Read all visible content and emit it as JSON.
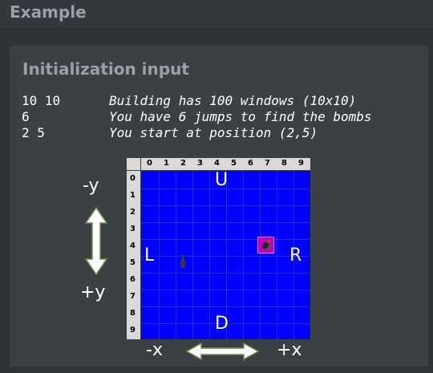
{
  "header": {
    "title": "Example"
  },
  "panel": {
    "title": "Initialization input",
    "rows": [
      {
        "value": "10 10",
        "description": "Building has 100 windows (10x10)"
      },
      {
        "value": "6",
        "description": "You have 6 jumps to find the bombs"
      },
      {
        "value": "2 5",
        "description": "You start at position (2,5)"
      }
    ]
  },
  "figure": {
    "x_ticks": [
      "0",
      "1",
      "2",
      "3",
      "4",
      "5",
      "6",
      "7",
      "8",
      "9"
    ],
    "y_ticks": [
      "0",
      "1",
      "2",
      "3",
      "4",
      "5",
      "6",
      "7",
      "8",
      "9"
    ],
    "labels": {
      "up": "U",
      "down": "D",
      "left": "L",
      "right": "R",
      "neg_y": "-y",
      "pos_y": "+y",
      "neg_x": "-x",
      "pos_x": "+x"
    },
    "colors": {
      "grid": "#0000ff",
      "bomb_cell": "#c000c0",
      "arrow": "#ffffff"
    },
    "icons": {
      "bomb": "bomb-icon",
      "player": "batman-icon"
    }
  }
}
